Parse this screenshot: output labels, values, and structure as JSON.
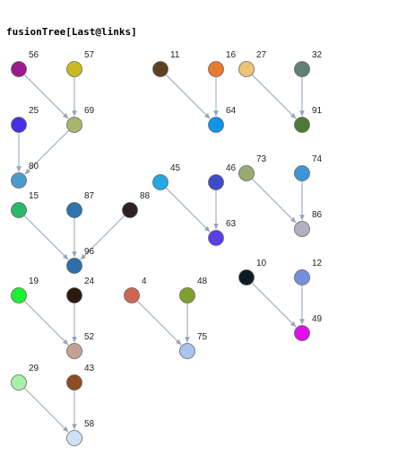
{
  "input_cell": {
    "code": "fusionTree[Last@links]"
  },
  "graph": {
    "edge_color": "#93a4ba",
    "nodes": [
      {
        "id": "56",
        "color": "#9b1a8c"
      },
      {
        "id": "57",
        "color": "#c9bb1f"
      },
      {
        "id": "69",
        "color": "#a9b56a"
      },
      {
        "id": "25",
        "color": "#4630e2"
      },
      {
        "id": "80",
        "color": "#4a9bc9"
      },
      {
        "id": "15",
        "color": "#2cb76a"
      },
      {
        "id": "87",
        "color": "#2e74ae"
      },
      {
        "id": "88",
        "color": "#2b2126"
      },
      {
        "id": "96",
        "color": "#2d6fa8"
      },
      {
        "id": "11",
        "color": "#5e4120"
      },
      {
        "id": "16",
        "color": "#ea7a2e"
      },
      {
        "id": "64",
        "color": "#1094e9"
      },
      {
        "id": "27",
        "color": "#edc473"
      },
      {
        "id": "32",
        "color": "#5e8173"
      },
      {
        "id": "91",
        "color": "#4d7a33"
      },
      {
        "id": "45",
        "color": "#24a6e0"
      },
      {
        "id": "46",
        "color": "#3e4cc7"
      },
      {
        "id": "63",
        "color": "#5a3ee6"
      },
      {
        "id": "73",
        "color": "#97ab72"
      },
      {
        "id": "74",
        "color": "#3c96d6"
      },
      {
        "id": "86",
        "color": "#b2b0bc"
      },
      {
        "id": "19",
        "color": "#1cf231"
      },
      {
        "id": "24",
        "color": "#2b1a0c"
      },
      {
        "id": "52",
        "color": "#c3a291"
      },
      {
        "id": "4",
        "color": "#cf6651"
      },
      {
        "id": "48",
        "color": "#7f9f2f"
      },
      {
        "id": "75",
        "color": "#aac3ef"
      },
      {
        "id": "10",
        "color": "#0e1b24"
      },
      {
        "id": "12",
        "color": "#778edd"
      },
      {
        "id": "49",
        "color": "#e10ded"
      },
      {
        "id": "29",
        "color": "#a6f0a9"
      },
      {
        "id": "43",
        "color": "#8e4d25"
      },
      {
        "id": "58",
        "color": "#cfe2f5"
      }
    ],
    "edges": [
      [
        "56",
        "69"
      ],
      [
        "57",
        "69"
      ],
      [
        "25",
        "80"
      ],
      [
        "69",
        "80"
      ],
      [
        "15",
        "96"
      ],
      [
        "87",
        "96"
      ],
      [
        "88",
        "96"
      ],
      [
        "11",
        "64"
      ],
      [
        "16",
        "64"
      ],
      [
        "27",
        "91"
      ],
      [
        "32",
        "91"
      ],
      [
        "45",
        "63"
      ],
      [
        "46",
        "63"
      ],
      [
        "73",
        "86"
      ],
      [
        "74",
        "86"
      ],
      [
        "19",
        "52"
      ],
      [
        "24",
        "52"
      ],
      [
        "4",
        "75"
      ],
      [
        "48",
        "75"
      ],
      [
        "10",
        "49"
      ],
      [
        "12",
        "49"
      ],
      [
        "29",
        "58"
      ],
      [
        "43",
        "58"
      ]
    ]
  }
}
